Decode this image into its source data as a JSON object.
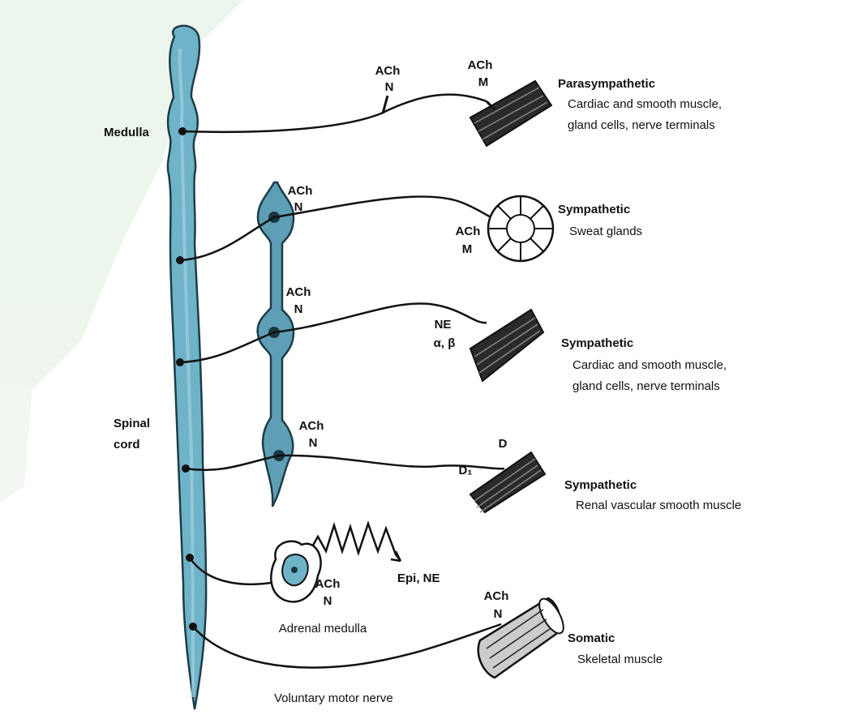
{
  "regions": {
    "medulla": "Medulla",
    "spinal_cord_line1": "Spinal",
    "spinal_cord_line2": "cord"
  },
  "pathways": [
    {
      "system": "Parasympathetic",
      "target_line1": "Cardiac and smooth muscle,",
      "target_line2": "gland cells, nerve terminals",
      "ganglion_nt": "ACh",
      "ganglion_receptor": "N",
      "effector_nt": "ACh",
      "effector_receptor": "M"
    },
    {
      "system": "Sympathetic",
      "target_line1": "Sweat glands",
      "ganglion_nt": "ACh",
      "ganglion_receptor": "N",
      "effector_nt": "ACh",
      "effector_receptor": "M"
    },
    {
      "system": "Sympathetic",
      "target_line1": "Cardiac and smooth muscle,",
      "target_line2": "gland cells, nerve terminals",
      "ganglion_nt": "ACh",
      "ganglion_receptor": "N",
      "effector_nt": "NE",
      "effector_receptor": "α, β"
    },
    {
      "system": "Sympathetic",
      "target_line1": "Renal vascular smooth muscle",
      "ganglion_nt": "ACh",
      "ganglion_receptor": "N",
      "effector_nt": "D",
      "effector_receptor": "D₁"
    }
  ],
  "adrenal": {
    "label": "Adrenal medulla",
    "nt": "ACh",
    "receptor": "N",
    "output": "Epi, NE"
  },
  "somatic": {
    "system": "Somatic",
    "target": "Skeletal muscle",
    "nt": "ACh",
    "receptor": "N",
    "nerve_label": "Voluntary motor nerve"
  },
  "colors": {
    "cord_fill": "#6fb3c8",
    "cord_stroke": "#1d3d48",
    "ganglion_fill": "#5f9fb6",
    "nerve": "#111111",
    "muscle_fill": "#2a2a2a",
    "bg_blot": "#d8ecd6"
  }
}
